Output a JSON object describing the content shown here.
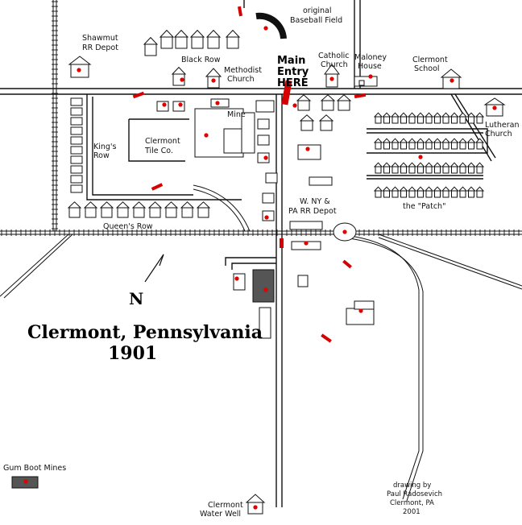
{
  "title": {
    "line1": "Clermont, Pennsylvania",
    "line2": "1901"
  },
  "north": "N",
  "labels": {
    "baseball": [
      "original",
      "Baseball Field"
    ],
    "shawmut": [
      "Shawmut",
      "RR Depot"
    ],
    "black_row": "Black Row",
    "methodist": [
      "Methodist",
      "Church"
    ],
    "main_entry": [
      "Main",
      "Entry",
      "HERE"
    ],
    "catholic": [
      "Catholic",
      "Church"
    ],
    "maloney": [
      "Maloney",
      "House"
    ],
    "school": [
      "Clermont",
      "School"
    ],
    "lutheran": [
      "Lutheran",
      "Church"
    ],
    "mine": "Mine",
    "kings_row": [
      "King's",
      "Row"
    ],
    "tile_co": [
      "Clermont",
      "Tile Co."
    ],
    "depot_wny": [
      "W. NY &",
      "PA RR Depot"
    ],
    "patch": "the \"Patch\"",
    "queens_row": "Queen's Row",
    "gum_boot": "Gum Boot Mines",
    "water_well": [
      "Clermont",
      "Water Well"
    ]
  },
  "credit": [
    "drawing by",
    "Paul Radosevich",
    "Clermont, PA",
    "2001"
  ],
  "colors": {
    "marker": "#e00000",
    "ink": "#111111",
    "background": "#ffffff"
  }
}
